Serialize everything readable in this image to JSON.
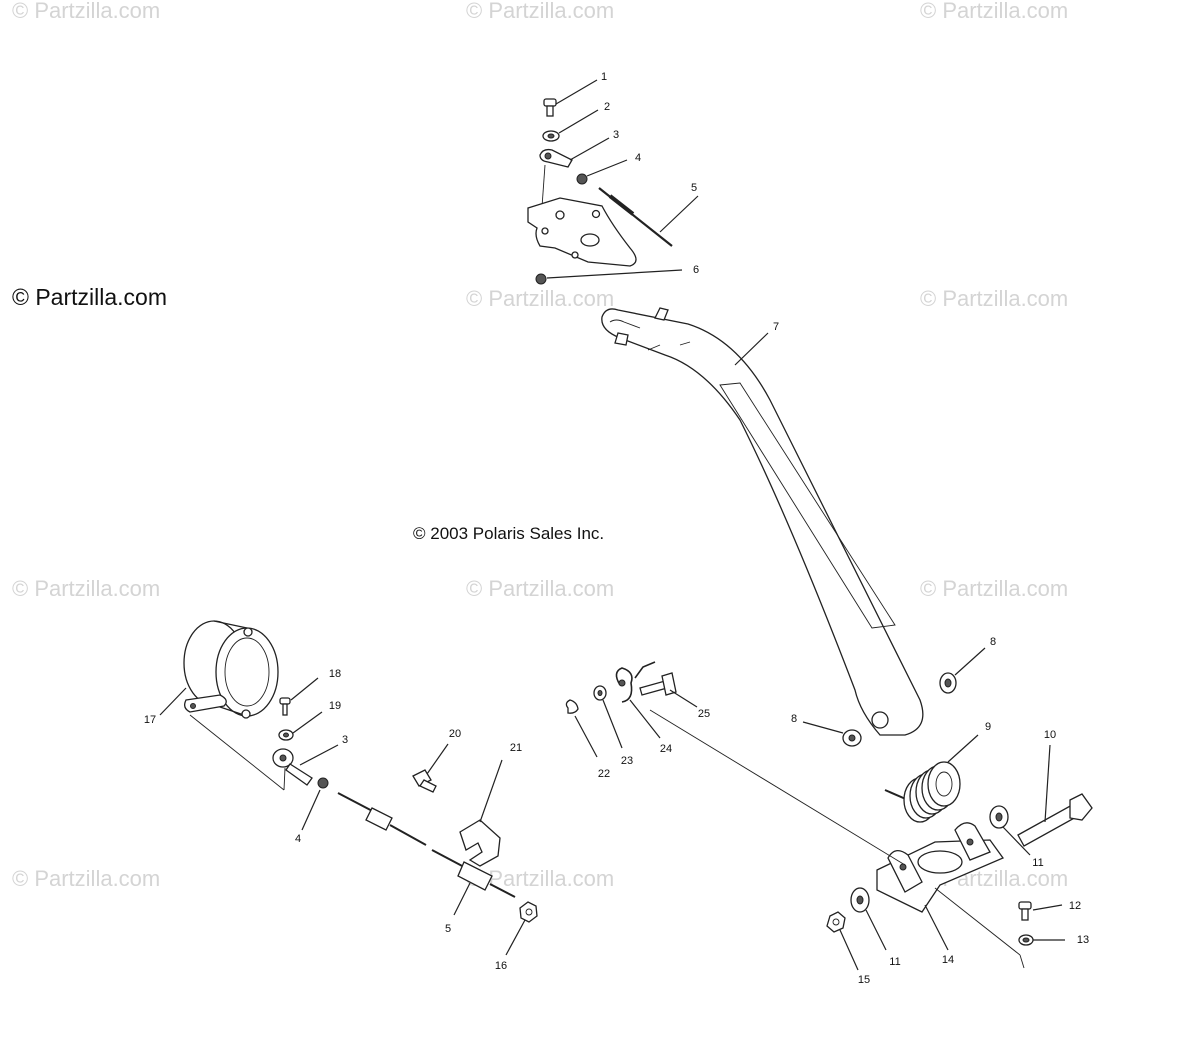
{
  "watermarks": [
    "© Partzilla.com"
  ],
  "copyright_main": "© Partzilla.com",
  "copyright_polaris": "© 2003 Polaris Sales Inc.",
  "callouts": {
    "c1": "1",
    "c2": "2",
    "c3a": "3",
    "c4a": "4",
    "c5a": "5",
    "c6": "6",
    "c7": "7",
    "c8a": "8",
    "c8b": "8",
    "c9": "9",
    "c10": "10",
    "c11a": "11",
    "c11b": "11",
    "c12": "12",
    "c13": "13",
    "c14": "14",
    "c15": "15",
    "c16": "16",
    "c17": "17",
    "c18": "18",
    "c19": "19",
    "c3b": "3",
    "c4b": "4",
    "c20": "20",
    "c21": "21",
    "c5b": "5",
    "c22": "22",
    "c23": "23",
    "c24": "24",
    "c25": "25"
  }
}
